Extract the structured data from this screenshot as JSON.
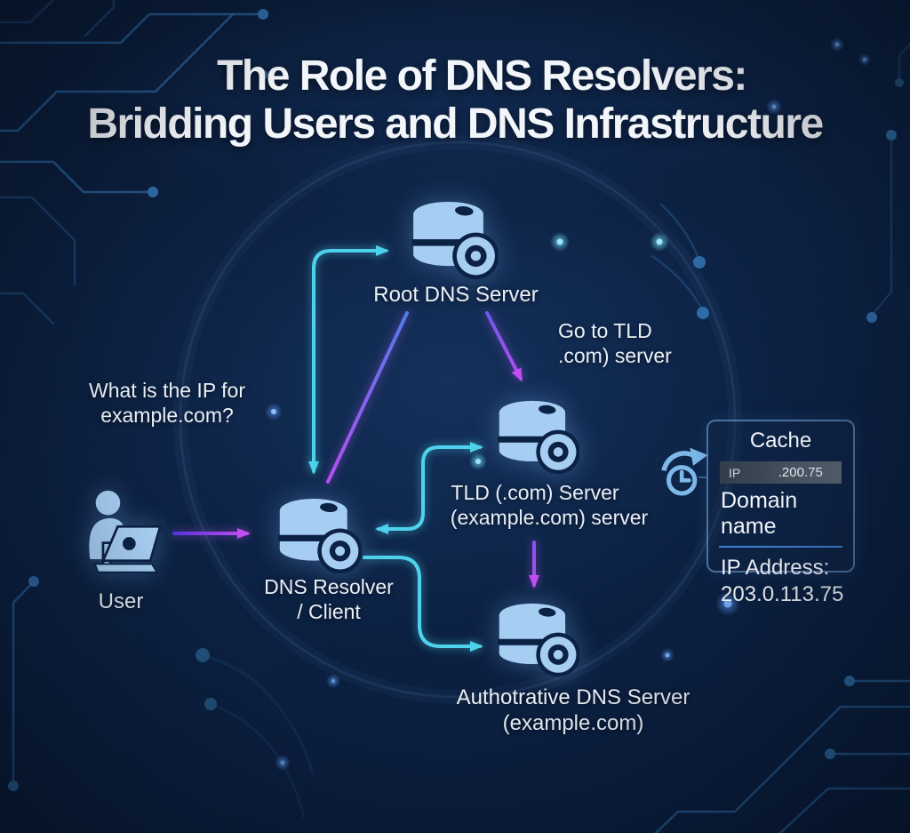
{
  "title": {
    "line1": "The Role of DNS Resolvers:",
    "line2": "Bridding Users and DNS Infrastructure"
  },
  "diagram": {
    "root_server": {
      "label": "Root DNS Server"
    },
    "tld_server": {
      "label1": "TLD (.com) Server",
      "label2": "(example.com) server"
    },
    "resolver": {
      "label1": "DNS Resolver",
      "label2": "/ Client"
    },
    "authoritative_server": {
      "label1": "Authotrative DNS Server",
      "label2": "(example.com)"
    },
    "user": {
      "label": "User"
    },
    "query_text": {
      "line1": "What is the IP for",
      "line2": "example.com?"
    },
    "referral_text": {
      "line1": "Go to TLD",
      "line2": ".com) server"
    }
  },
  "cache_panel": {
    "title": "Cache",
    "ip_row_key": "IP",
    "ip_row_value": ".200.75",
    "domain_label": "Domain name",
    "ip_address_label": "IP Address:",
    "ip_address_value": "203.0.113.75"
  },
  "icons": {
    "database": "database-icon",
    "user": "user-laptop-icon",
    "clock": "history-clock-icon"
  },
  "colors": {
    "background": "#0b2142",
    "icon_fill": "#a6cdf2",
    "cyan_arrow": "#4ed2ec",
    "purple_arrow": "#a04ef0",
    "magenta_arrow": "#cb4df2",
    "cache_border": "#82afe1",
    "domain_underline": "#3f7fd0"
  }
}
